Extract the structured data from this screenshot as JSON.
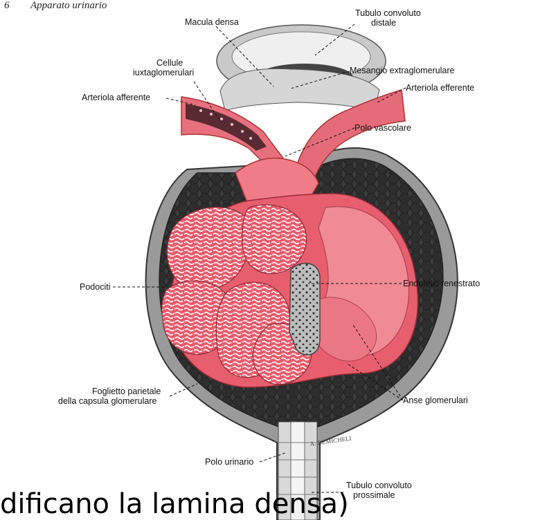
{
  "header": {
    "page_number": "6",
    "title": "Apparato urinario"
  },
  "labels": {
    "macula_densa": "Macula densa",
    "tubulo_distale_1": "Tubulo convoluto",
    "tubulo_distale_2": "distale",
    "cellule_1": "Cellule",
    "cellule_2": "iuxtaglomerulari",
    "mesangio": "Mesangio extraglomerulare",
    "arteriola_afferente": "Arteriola afferente",
    "arteriola_efferente": "Arteriola efferente",
    "polo_vascolare": "Polo vascolare",
    "podociti": "Podociti",
    "endotelio": "Endotelio fenestrato",
    "foglietto_1": "Foglietto parietale",
    "foglietto_2": "della capsula glomerulare",
    "anse": "Anse glomerulari",
    "polo_urinario": "Polo urinario",
    "tubulo_prossimale_1": "Tubulo convoluto",
    "tubulo_prossimale_2": "prossimale"
  },
  "signature": "A. DEMICHELI",
  "footer_text": "dificano la lamina densa)"
}
